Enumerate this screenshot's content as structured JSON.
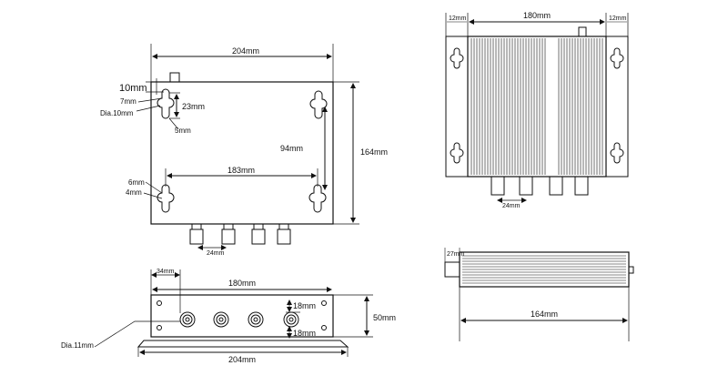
{
  "top_view": {
    "width_label": "204mm",
    "height_label": "164mm",
    "hole_span_label": "183mm",
    "hole_pitch_label": "94mm",
    "edge_offset_label": "10mm",
    "slot_label": "7mm",
    "hole_dia_label": "Dia.10mm",
    "slot_length_label": "23mm",
    "slot_width_label": "5mm",
    "lower_offset_label": "6mm",
    "lower_width_label": "4mm",
    "connector_pitch_label": "24mm"
  },
  "front_view": {
    "edge_label": "34mm",
    "inner_width_label": "180mm",
    "overall_width_label": "204mm",
    "height_label": "50mm",
    "upper_offset_label": "18mm",
    "lower_offset_label": "18mm",
    "hole_dia_label": "Dia.11mm"
  },
  "rear_view": {
    "inner_width_label": "180mm",
    "left_flange_label": "12mm",
    "right_flange_label": "12mm",
    "connector_pitch_label": "24mm"
  },
  "side_view": {
    "length_label": "164mm",
    "stub_label": "27mm"
  }
}
